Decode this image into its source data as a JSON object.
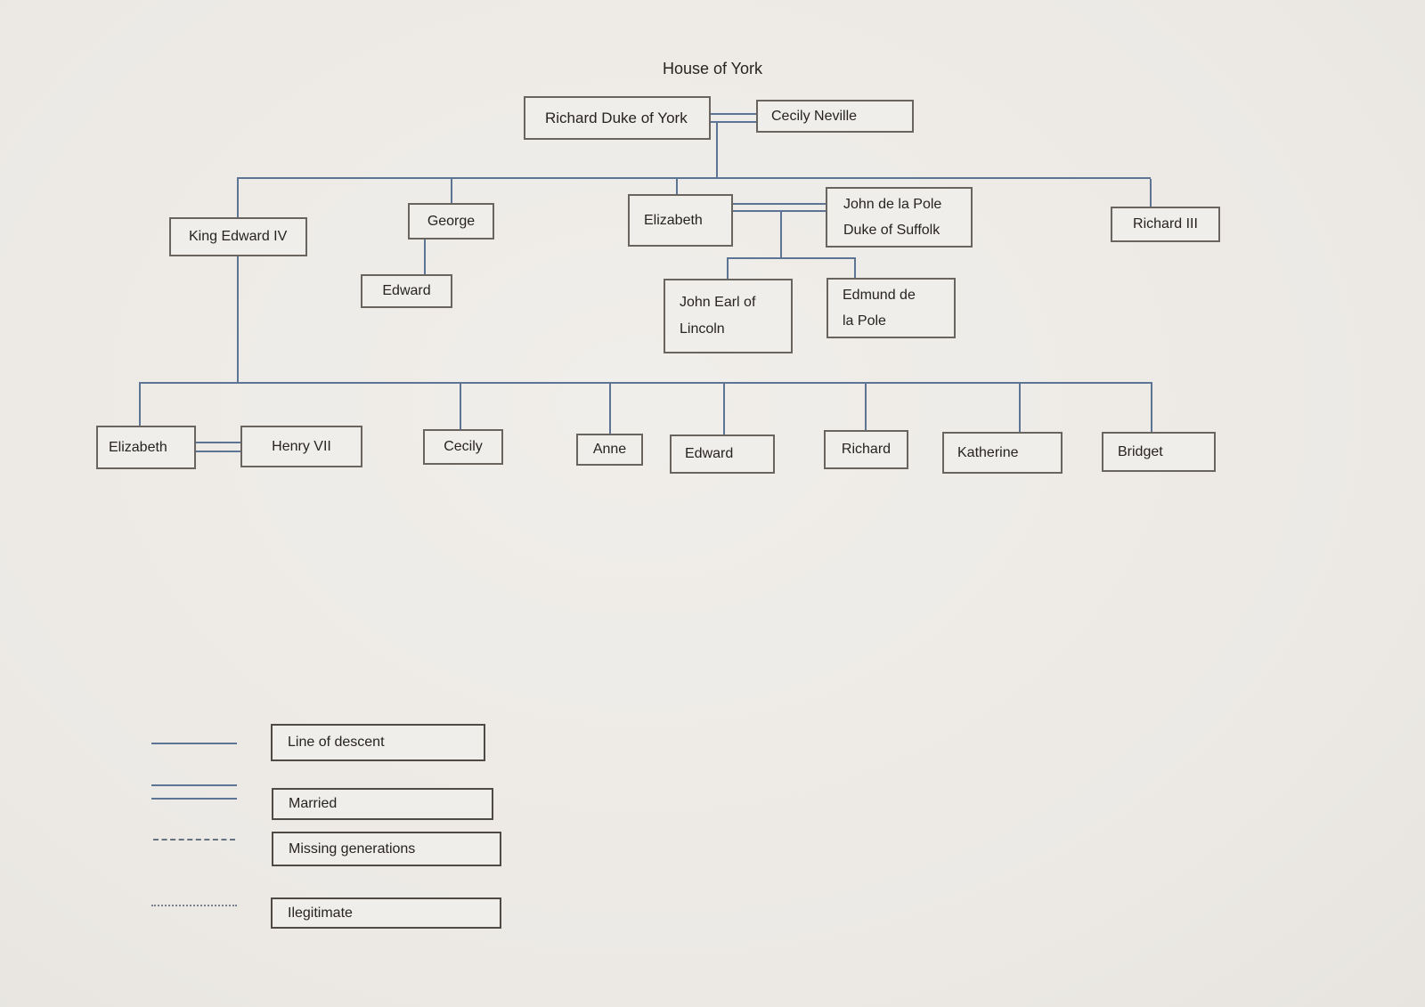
{
  "title": "House of York",
  "colors": {
    "background": "#ece9e5",
    "box_fill": "#f0eeeb",
    "box_border": "#6a645e",
    "legend_box_border": "#4f4a44",
    "line": "#5e7494",
    "text": "#262320"
  },
  "people": {
    "richard_duke_of_york": {
      "label": "Richard Duke of York"
    },
    "cecily_neville": {
      "label": "Cecily Neville"
    },
    "king_edward_iv": {
      "label": "King Edward IV"
    },
    "george": {
      "label": "George"
    },
    "edward_son_of_george": {
      "label": "Edward"
    },
    "elizabeth_gen2": {
      "label": "Elizabeth"
    },
    "john_de_la_pole": {
      "line1": "John de la Pole",
      "line2": "Duke of Suffolk"
    },
    "richard_iii": {
      "label": "Richard III"
    },
    "john_earl_of_lincoln": {
      "line1": "John Earl of",
      "line2": "Lincoln"
    },
    "edmund_de_la_pole": {
      "line1": "Edmund de",
      "line2": "la Pole"
    },
    "elizabeth_gen3": {
      "label": "Elizabeth"
    },
    "henry_vii": {
      "label": "Henry VII"
    },
    "cecily": {
      "label": "Cecily"
    },
    "anne": {
      "label": "Anne"
    },
    "edward_gen3": {
      "label": "Edward"
    },
    "richard_gen3": {
      "label": "Richard"
    },
    "katherine": {
      "label": "Katherine"
    },
    "bridget": {
      "label": "Bridget"
    }
  },
  "legend": {
    "items": [
      {
        "label": "Line of descent",
        "style": "solid"
      },
      {
        "label": "Married",
        "style": "double"
      },
      {
        "label": "Missing generations",
        "style": "dashed"
      },
      {
        "label": "Ilegitimate",
        "style": "dotted"
      }
    ]
  }
}
